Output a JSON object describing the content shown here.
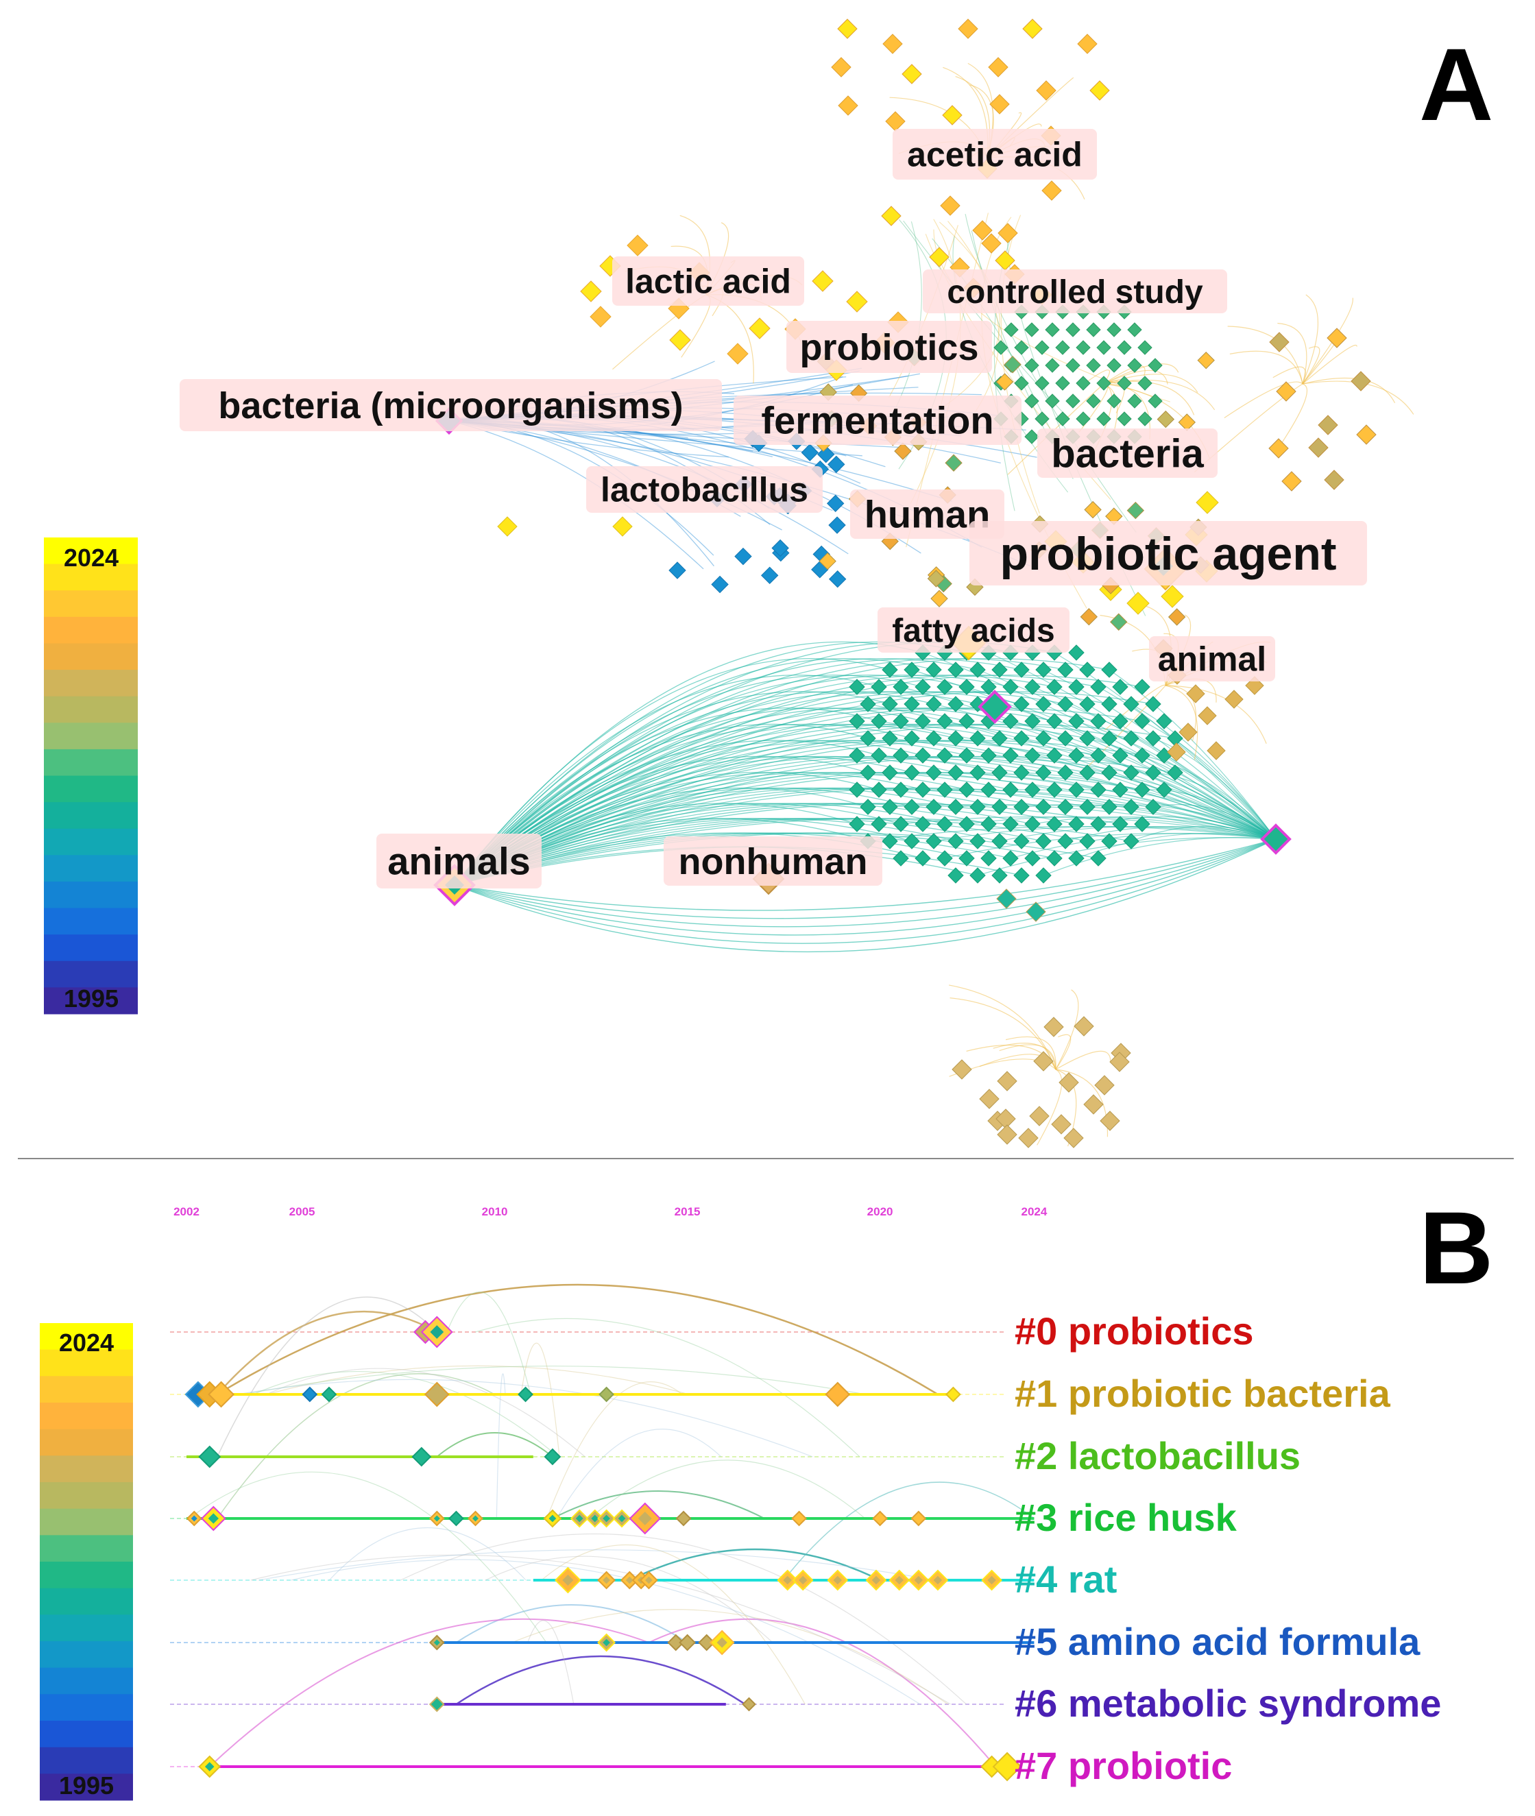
{
  "panel_a": {
    "letter": "A",
    "legend": {
      "top_year": "2024",
      "bottom_year": "1995"
    },
    "labels": [
      {
        "text": "acetic acid"
      },
      {
        "text": "lactic acid"
      },
      {
        "text": "controlled study"
      },
      {
        "text": "probiotics"
      },
      {
        "text": "bacteria (microorganisms)"
      },
      {
        "text": "fermentation"
      },
      {
        "text": "bacteria"
      },
      {
        "text": "lactobacillus"
      },
      {
        "text": "human"
      },
      {
        "text": "probiotic agent"
      },
      {
        "text": "fatty acids"
      },
      {
        "text": "animal"
      },
      {
        "text": "animals"
      },
      {
        "text": "nonhuman"
      }
    ]
  },
  "panel_b": {
    "letter": "B",
    "legend": {
      "top_year": "2024",
      "bottom_year": "1995"
    },
    "year_ticks": [
      "2002",
      "2005",
      "2010",
      "2015",
      "2020",
      "2024"
    ],
    "clusters": [
      {
        "label": "#0 probiotics",
        "color": "#d01010"
      },
      {
        "label": "#1 probiotic bacteria",
        "color": "#c49a18"
      },
      {
        "label": "#2 lactobacillus",
        "color": "#4cbe1c"
      },
      {
        "label": "#3 rice husk",
        "color": "#18c036"
      },
      {
        "label": "#4 rat",
        "color": "#16bcb0"
      },
      {
        "label": "#5 amino acid formula",
        "color": "#1a58c0"
      },
      {
        "label": "#6 metabolic syndrome",
        "color": "#4a20b4"
      },
      {
        "label": "#7 probiotic",
        "color": "#d019c0"
      }
    ]
  },
  "colors": {
    "year_scale": [
      "#ffff00",
      "#ffe21a",
      "#ffc832",
      "#ffb33c",
      "#f0b040",
      "#d0b45a",
      "#b8b860",
      "#98c070",
      "#4cc080",
      "#20b886",
      "#14b09c",
      "#12a8b4",
      "#1398c8",
      "#1484d4",
      "#1670dc",
      "#1a56d6",
      "#2a3cb6",
      "#3a2aa0"
    ],
    "highlight_ring": "#e040d8",
    "network_edge_cyan": "#1bb6a2",
    "network_edge_blue": "#2a8fd8",
    "network_edge_orange": "#f0c050"
  }
}
